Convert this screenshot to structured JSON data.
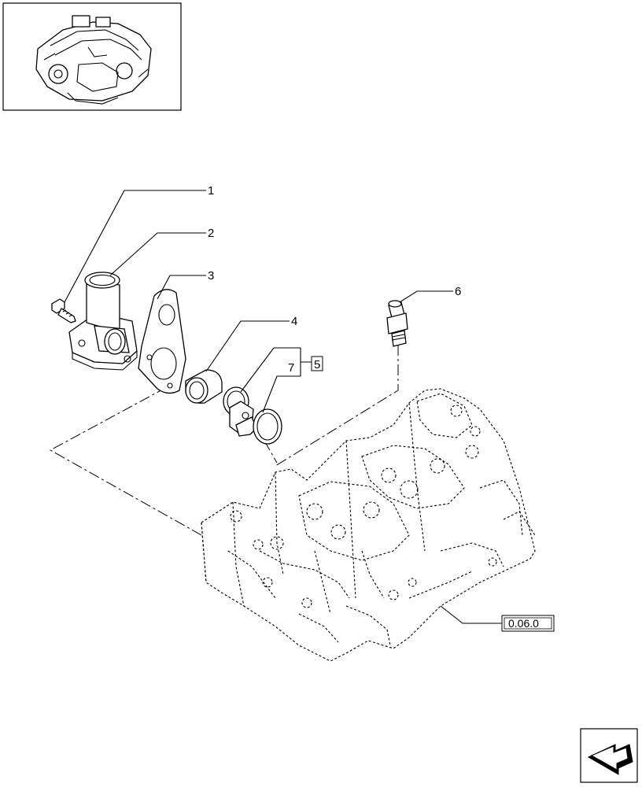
{
  "diagram": {
    "callouts": [
      {
        "id": "1",
        "label": "1"
      },
      {
        "id": "2",
        "label": "2"
      },
      {
        "id": "3",
        "label": "3"
      },
      {
        "id": "4",
        "label": "4"
      },
      {
        "id": "5",
        "label": "5"
      },
      {
        "id": "6",
        "label": "6"
      },
      {
        "id": "7",
        "label": "7"
      }
    ],
    "reference_label": "0.06.0",
    "icons": {
      "thumbnail": "engine-thumbnail-icon",
      "navigation": "next-page-arrow-icon"
    }
  }
}
